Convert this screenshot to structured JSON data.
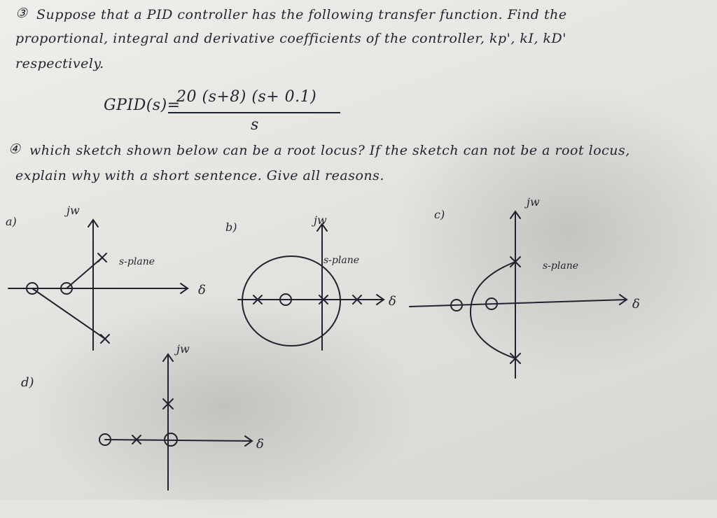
{
  "question3": {
    "number": "③",
    "line1": "Suppose that a PID controller has the following transfer function. Find the",
    "line2": "proportional, integral and derivative coefficients of the controller, kp', kI, kD'",
    "line3": "respectively.",
    "equation_lhs": "GPID(s)=",
    "equation_numerator": "20 (s+8) (s+ 0.1)",
    "equation_denominator": "s"
  },
  "question4": {
    "number": "④",
    "line1": "which sketch shown below can be a root locus? If the sketch can not be a root locus,",
    "line2": "explain why with a short sentence. Give all reasons."
  },
  "sketches": {
    "a": {
      "label": "a)",
      "axis_y": "jw",
      "axis_x": "δ",
      "plane": "s-plane"
    },
    "b": {
      "label": "b)",
      "axis_y": "jw",
      "axis_x": "δ",
      "plane": "s-plane"
    },
    "c": {
      "label": "c)",
      "axis_y": "jw",
      "axis_x": "δ",
      "plane": "s-plane"
    },
    "d": {
      "label": "d)",
      "axis_y": "jw",
      "axis_x": "δ"
    }
  }
}
